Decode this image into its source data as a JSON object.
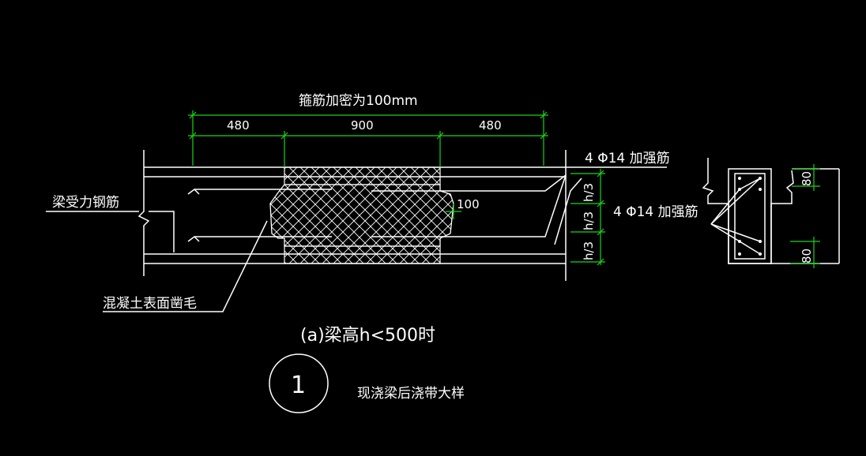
{
  "colors": {
    "background": "#000000",
    "line": "#ffffff",
    "dimension": "#19d419"
  },
  "labels": {
    "stirrup_note": "箍筋加密为100mm",
    "dim_left": "480",
    "dim_mid": "900",
    "dim_right": "480",
    "main_bar": "梁受力钢筋",
    "rebar_top": "4 Φ14 加强筋",
    "rebar_right": "4 Φ14 加强筋",
    "dim_100": "100",
    "h3_a": "h/3",
    "h3_b": "h/3",
    "h3_c": "h/3",
    "dim_80_top": "80",
    "dim_80_bottom": "80",
    "concrete_rough": "混凝土表面凿毛",
    "caption": "(a)梁高h<500时",
    "detail_number": "1",
    "detail_title": "现浇梁后浇带大样"
  }
}
